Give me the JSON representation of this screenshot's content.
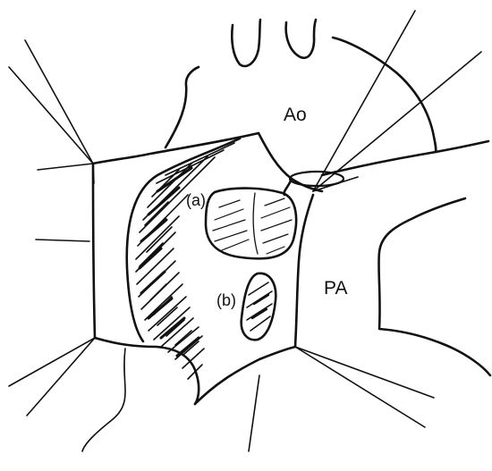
{
  "labels": {
    "aorta": "Ao",
    "pulmonary_artery": "PA",
    "a": "(a)",
    "b": "(b)"
  },
  "colors": {
    "ink": "#111111",
    "background": "#ffffff"
  }
}
